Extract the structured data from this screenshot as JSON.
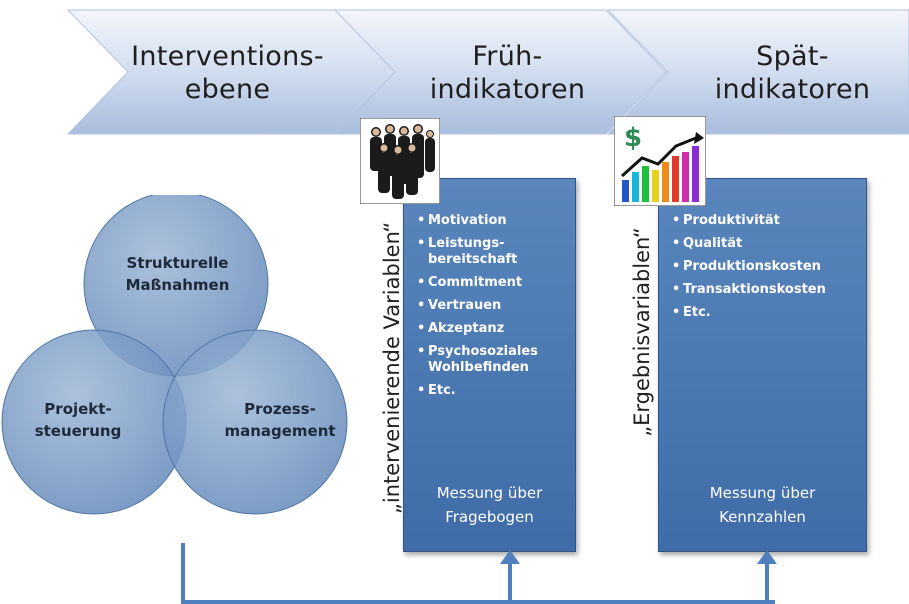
{
  "chevrons": [
    {
      "label": "Interventions-\nebene"
    },
    {
      "label": "Früh-\nindikatoren"
    },
    {
      "label": "Spät-\nindikatoren"
    }
  ],
  "early_panel": {
    "side_label": "„intervenierende Variablen“",
    "items": [
      "Motivation",
      "Leistungs-\nbereitschaft",
      "Commitment",
      "Vertrauen",
      "Akzeptanz",
      "Psychosoziales\nWohlbefinden",
      "Etc."
    ],
    "footer": "Messung über\nFragebogen",
    "image_icon": "group-of-people-photo"
  },
  "late_panel": {
    "side_label": "„Ergebnisvariablen“",
    "items": [
      "Produktivität",
      "Qualität",
      "Produktionskosten",
      "Transaktionskosten",
      "Etc."
    ],
    "footer": "Messung über\nKennzahlen",
    "image_icon": "dollar-growth-chart-icon"
  },
  "venn": {
    "top": "Strukturelle\nMaßnahmen",
    "left": "Projekt-\nsteuerung",
    "right": "Prozess-\nmanagement"
  },
  "colors": {
    "chevron": "#c9d6ec",
    "panel": "#4a78b3",
    "circle": "#6f93bf",
    "connector": "#4f7fbf"
  }
}
